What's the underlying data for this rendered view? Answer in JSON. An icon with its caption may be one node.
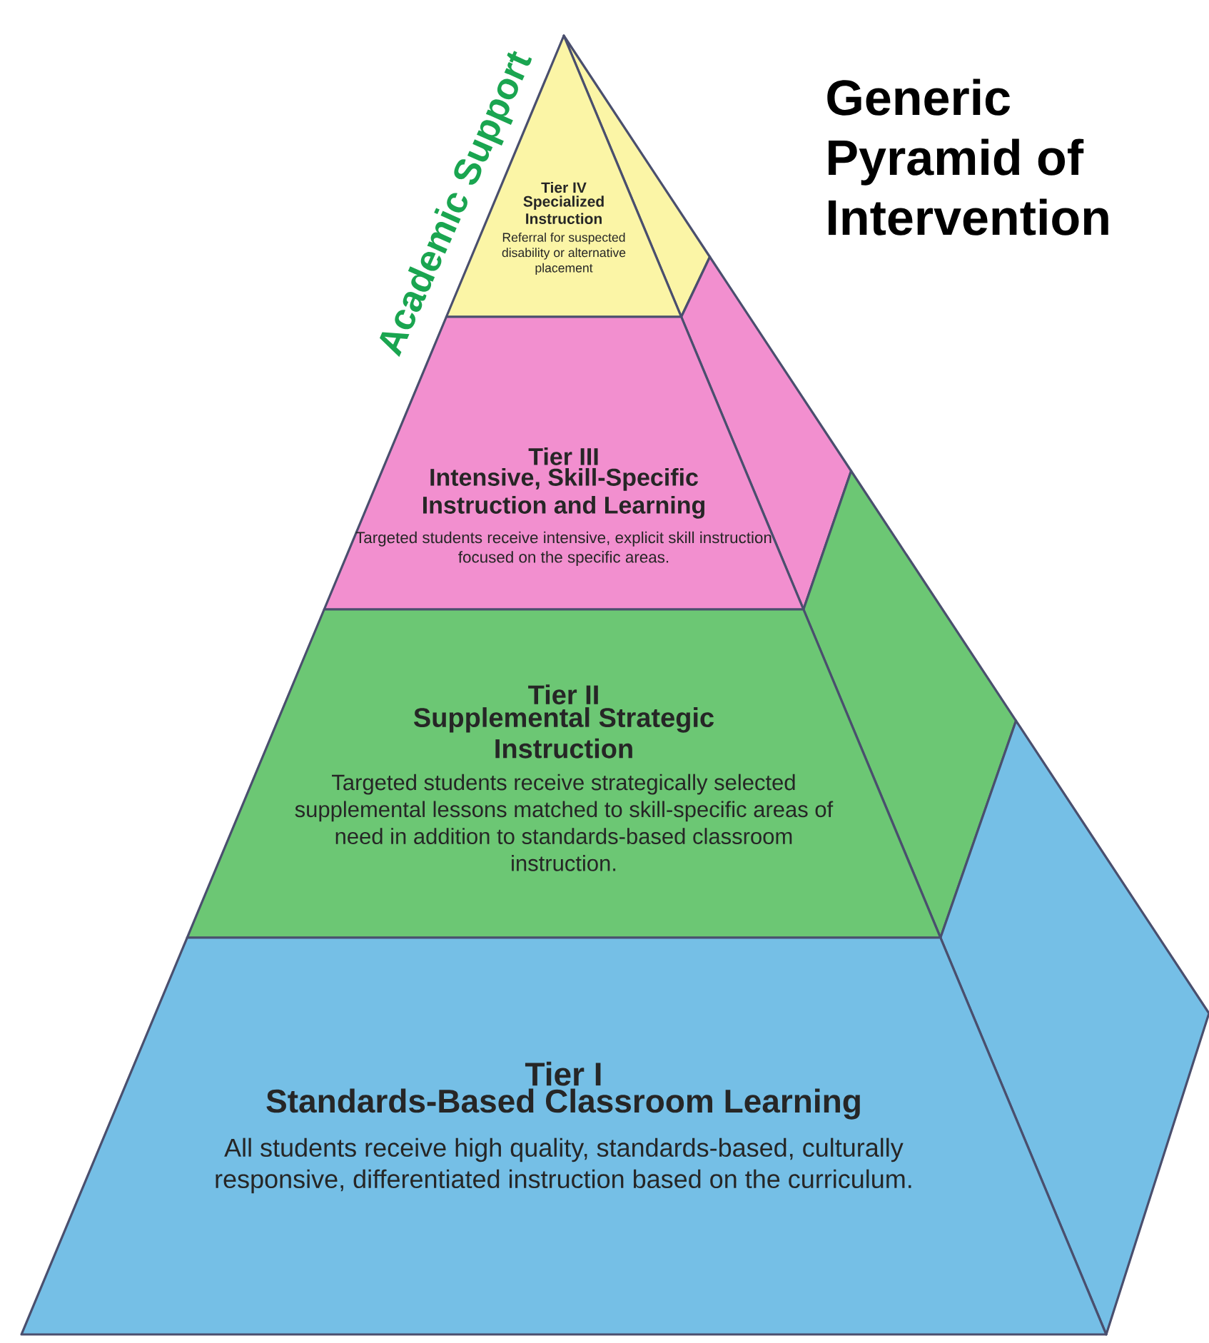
{
  "diagram": {
    "title": "Generic Pyramid of Intervention",
    "nodes": [
      {
        "text": [
          "Tier IV",
          "Specialized Instruction",
          "Referral for suspected disability or alternative placement"
        ]
      },
      {
        "text": [
          "Tier III",
          "Intensive, Skill-Specific Instruction and Learning",
          "Targeted students receive intensive, explicit skill instruction focused on the specific areas."
        ]
      },
      {
        "text": [
          "Tier II",
          "Supplemental Strategic Instruction",
          "Targeted students receive strategically selected supplemental lessons matched to skill-specific areas of need in addition to standards-based classroom instruction."
        ]
      },
      {
        "text": [
          "Tier I",
          "Standards-Based Classroom Learning",
          "All students receive high quality, standards-based, culturally responsive, differentiated instruction based on the curriculum."
        ]
      }
    ],
    "labels": [
      "Academic Support"
    ]
  }
}
